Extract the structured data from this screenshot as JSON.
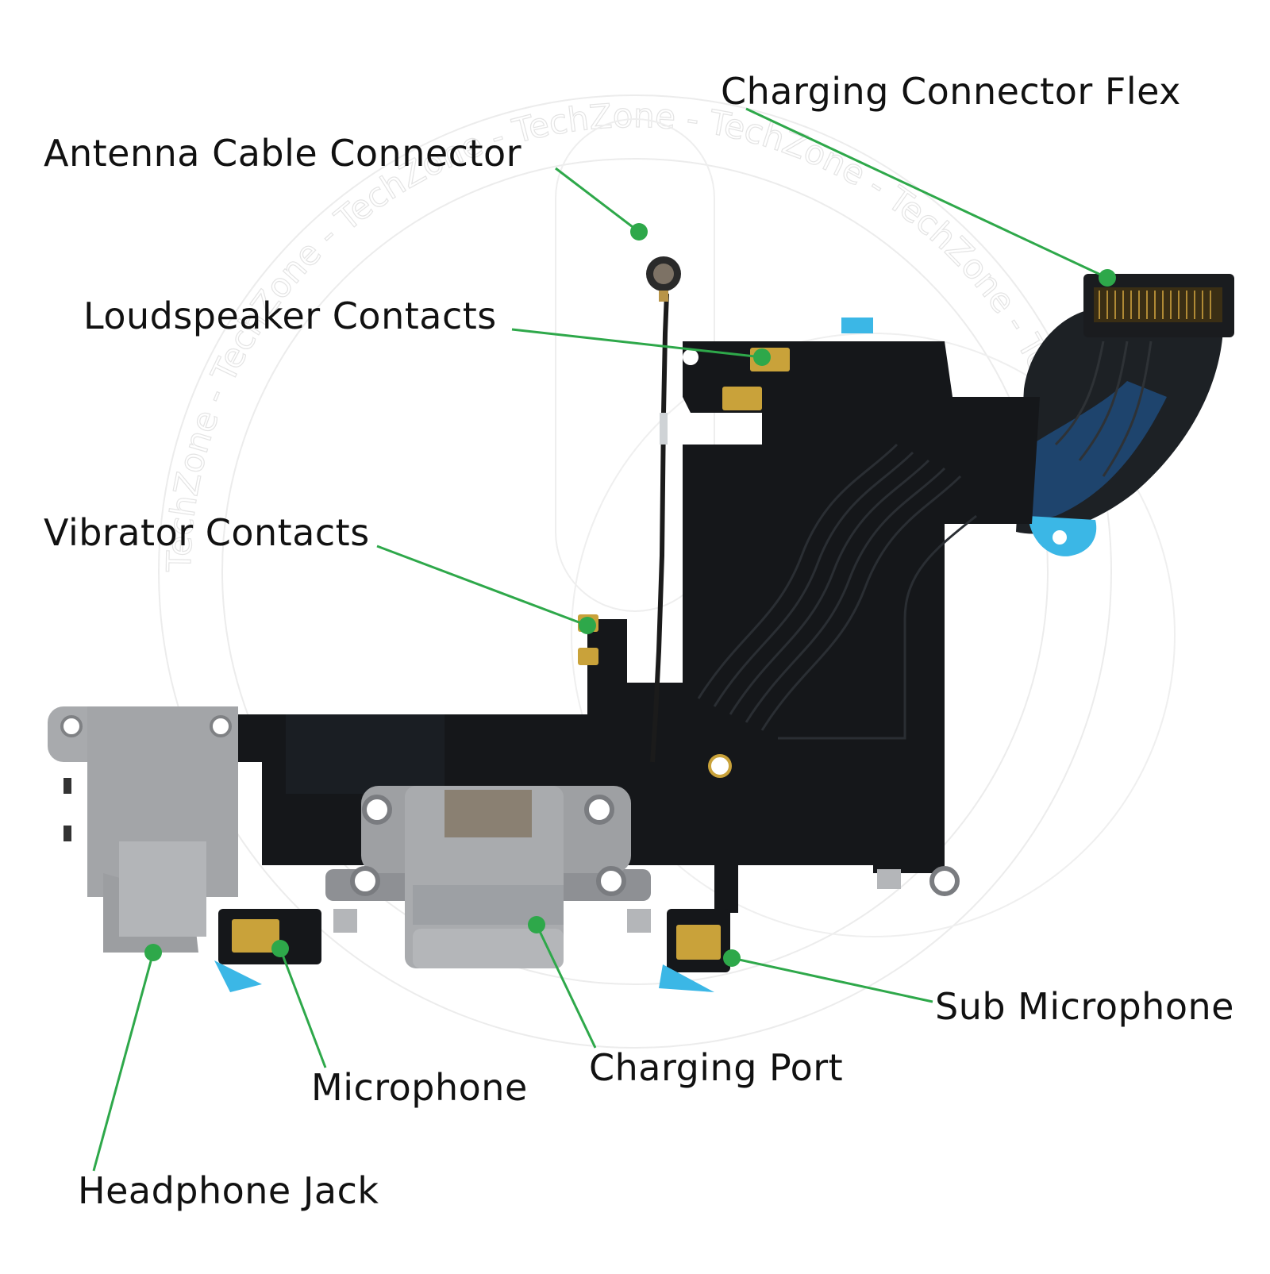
{
  "watermark": {
    "text": "TechZone - TechZone - TechZone - TechZone - TechZone - TechZone - TechZone -"
  },
  "colors": {
    "leader": "#2ea84a",
    "board": "#151719",
    "board_trace": "#2a2d31",
    "gold": "#c9a23a",
    "connector_gray": "#a9abae",
    "blue_tape": "#3bb7e6",
    "background": "#ffffff"
  },
  "labels": {
    "charging_connector_flex": "Charging Connector Flex",
    "antenna_cable_connector": "Antenna Cable Connector",
    "loudspeaker_contacts": "Loudspeaker Contacts",
    "vibrator_contacts": "Vibrator Contacts",
    "sub_microphone": "Sub Microphone",
    "charging_port": "Charging Port",
    "microphone": "Microphone",
    "headphone_jack": "Headphone Jack"
  }
}
